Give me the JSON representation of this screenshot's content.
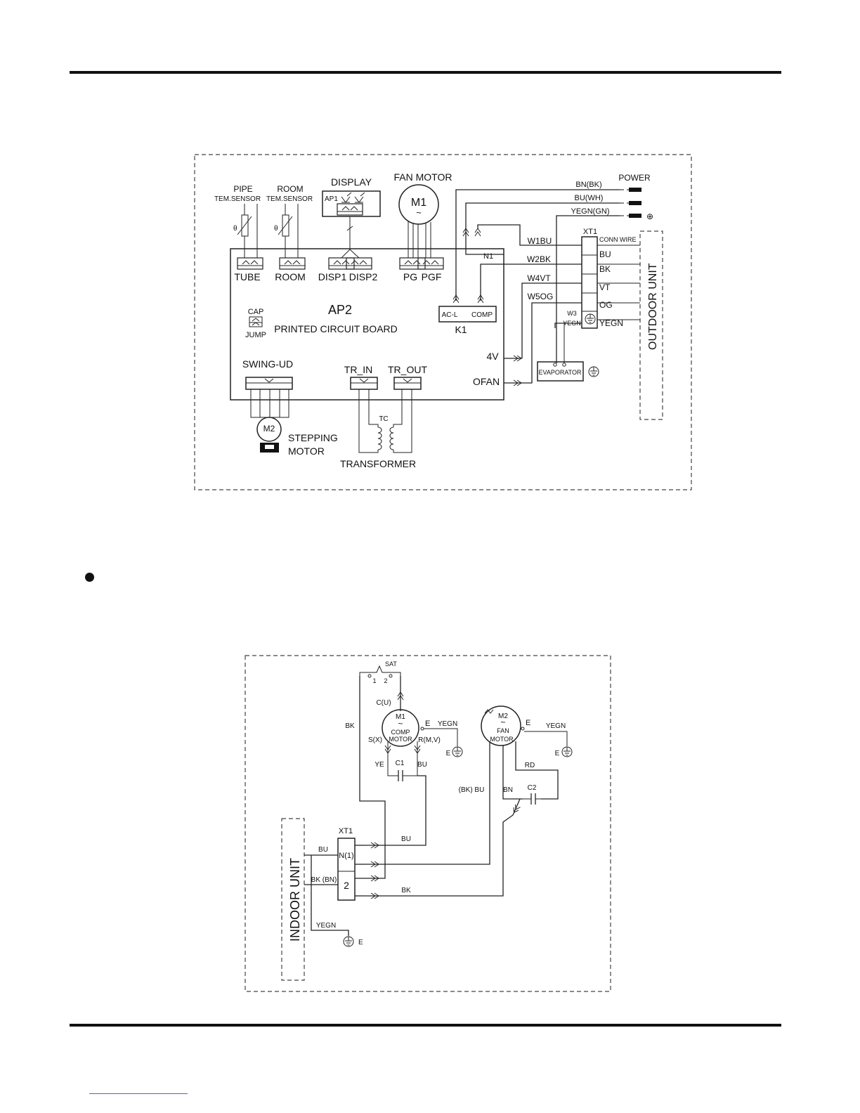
{
  "indoor_diagram": {
    "sensors": {
      "pipe": "PIPE",
      "pipe_sub": "TEM.SENSOR",
      "room": "ROOM",
      "room_sub": "TEM.SENSOR"
    },
    "display": {
      "title": "DISPLAY",
      "ap1": "AP1"
    },
    "fan_motor": {
      "title": "FAN MOTOR",
      "m1": "M1",
      "tilde": "~"
    },
    "power": {
      "title": "POWER",
      "bn": "BN(BK)",
      "bu": "BU(WH)",
      "yegn": "YEGN(GN)",
      "ground": "⊕"
    },
    "connectors": {
      "tube": "TUBE",
      "room": "ROOM",
      "disp1": "DISP1",
      "disp2": "DISP2",
      "pg": "PG",
      "pgf": "PGF"
    },
    "pcb": {
      "ap2": "AP2",
      "desc": "PRINTED CIRCUIT BOARD",
      "cap": "CAP",
      "jump": "JUMP",
      "n1": "N1",
      "acl": "AC-L",
      "comp": "COMP",
      "k1": "K1",
      "v4": "4V",
      "ofan": "OFAN"
    },
    "wires": {
      "w1": "W1BU",
      "w2": "W2BK",
      "w4": "W4VT",
      "w5": "W5OG",
      "w3": "W3",
      "w3c": "YEGN"
    },
    "terminal": {
      "xt1": "XT1",
      "conn": "CONN WIRE",
      "bu": "BU",
      "bk": "BK",
      "vt": "VT",
      "og": "OG",
      "yegn": "YEGN"
    },
    "evaporator": "EVAPORATOR",
    "outdoor_unit": "OUTDOOR UNIT",
    "swing": "SWING-UD",
    "stepping": {
      "m2": "M2",
      "l1": "STEPPING",
      "l2": "MOTOR"
    },
    "transformer": {
      "tr_in": "TR_IN",
      "tr_out": "TR_OUT",
      "tc": "TC",
      "label": "TRANSFORMER"
    }
  },
  "outdoor_diagram": {
    "sat": "SAT",
    "sat_1": "1",
    "sat_2": "2",
    "cu": "C(U)",
    "bk_left": "BK",
    "m1": "M1",
    "comp1": "COMP",
    "comp2": "MOTOR",
    "e1": "E",
    "yegn1": "YEGN",
    "e1g": "E",
    "sx": "S(X)",
    "rmv": "R(M,V)",
    "ye": "YE",
    "c1": "C1",
    "bu1": "BU",
    "m2": "M2",
    "fan1": "FAN",
    "fan2": "MOTOR",
    "e2": "E",
    "yegn2": "YEGN",
    "e2g": "E",
    "rd": "RD",
    "bk_bu": "(BK)  BU",
    "bn": "BN",
    "c2": "C2",
    "xt1": "XT1",
    "bu_wire": "BU",
    "bu_term": "BU",
    "n1": "N(1)",
    "t2": "2",
    "bkbn": "BK (BN)",
    "bk_wire": "BK",
    "yegn3": "YEGN",
    "e3": "E",
    "indoor_unit": "INDOOR UNIT",
    "tilde": "~"
  }
}
